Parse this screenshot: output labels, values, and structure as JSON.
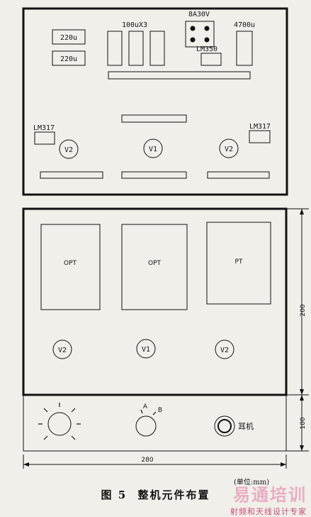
{
  "top_panel": {
    "cap_left_1": "220u",
    "cap_left_2": "220u",
    "cap_group": "100uX3",
    "bridge": "8A30V",
    "regulator_center": "LM350",
    "cap_right": "4700u",
    "reg_left": "LM317",
    "reg_right": "LM317",
    "tube_left": "V2",
    "tube_center": "V1",
    "tube_right": "V2"
  },
  "middle_panel": {
    "transformer_left": "OPT",
    "transformer_center": "OPT",
    "transformer_right": "PT",
    "tube_left": "V2",
    "tube_center": "V1",
    "tube_right": "V2",
    "dim_height": "200"
  },
  "front_panel": {
    "switch_a": "A",
    "switch_b": "B",
    "headphone_label": "耳机",
    "dim_height": "100"
  },
  "dim_width": "280",
  "unit_note": "(单位:mm)",
  "caption": {
    "figure": "图 5",
    "title": "整机元件布置"
  },
  "watermark": {
    "title": "易通培训",
    "subtitle": "射频和天线设计专家"
  }
}
